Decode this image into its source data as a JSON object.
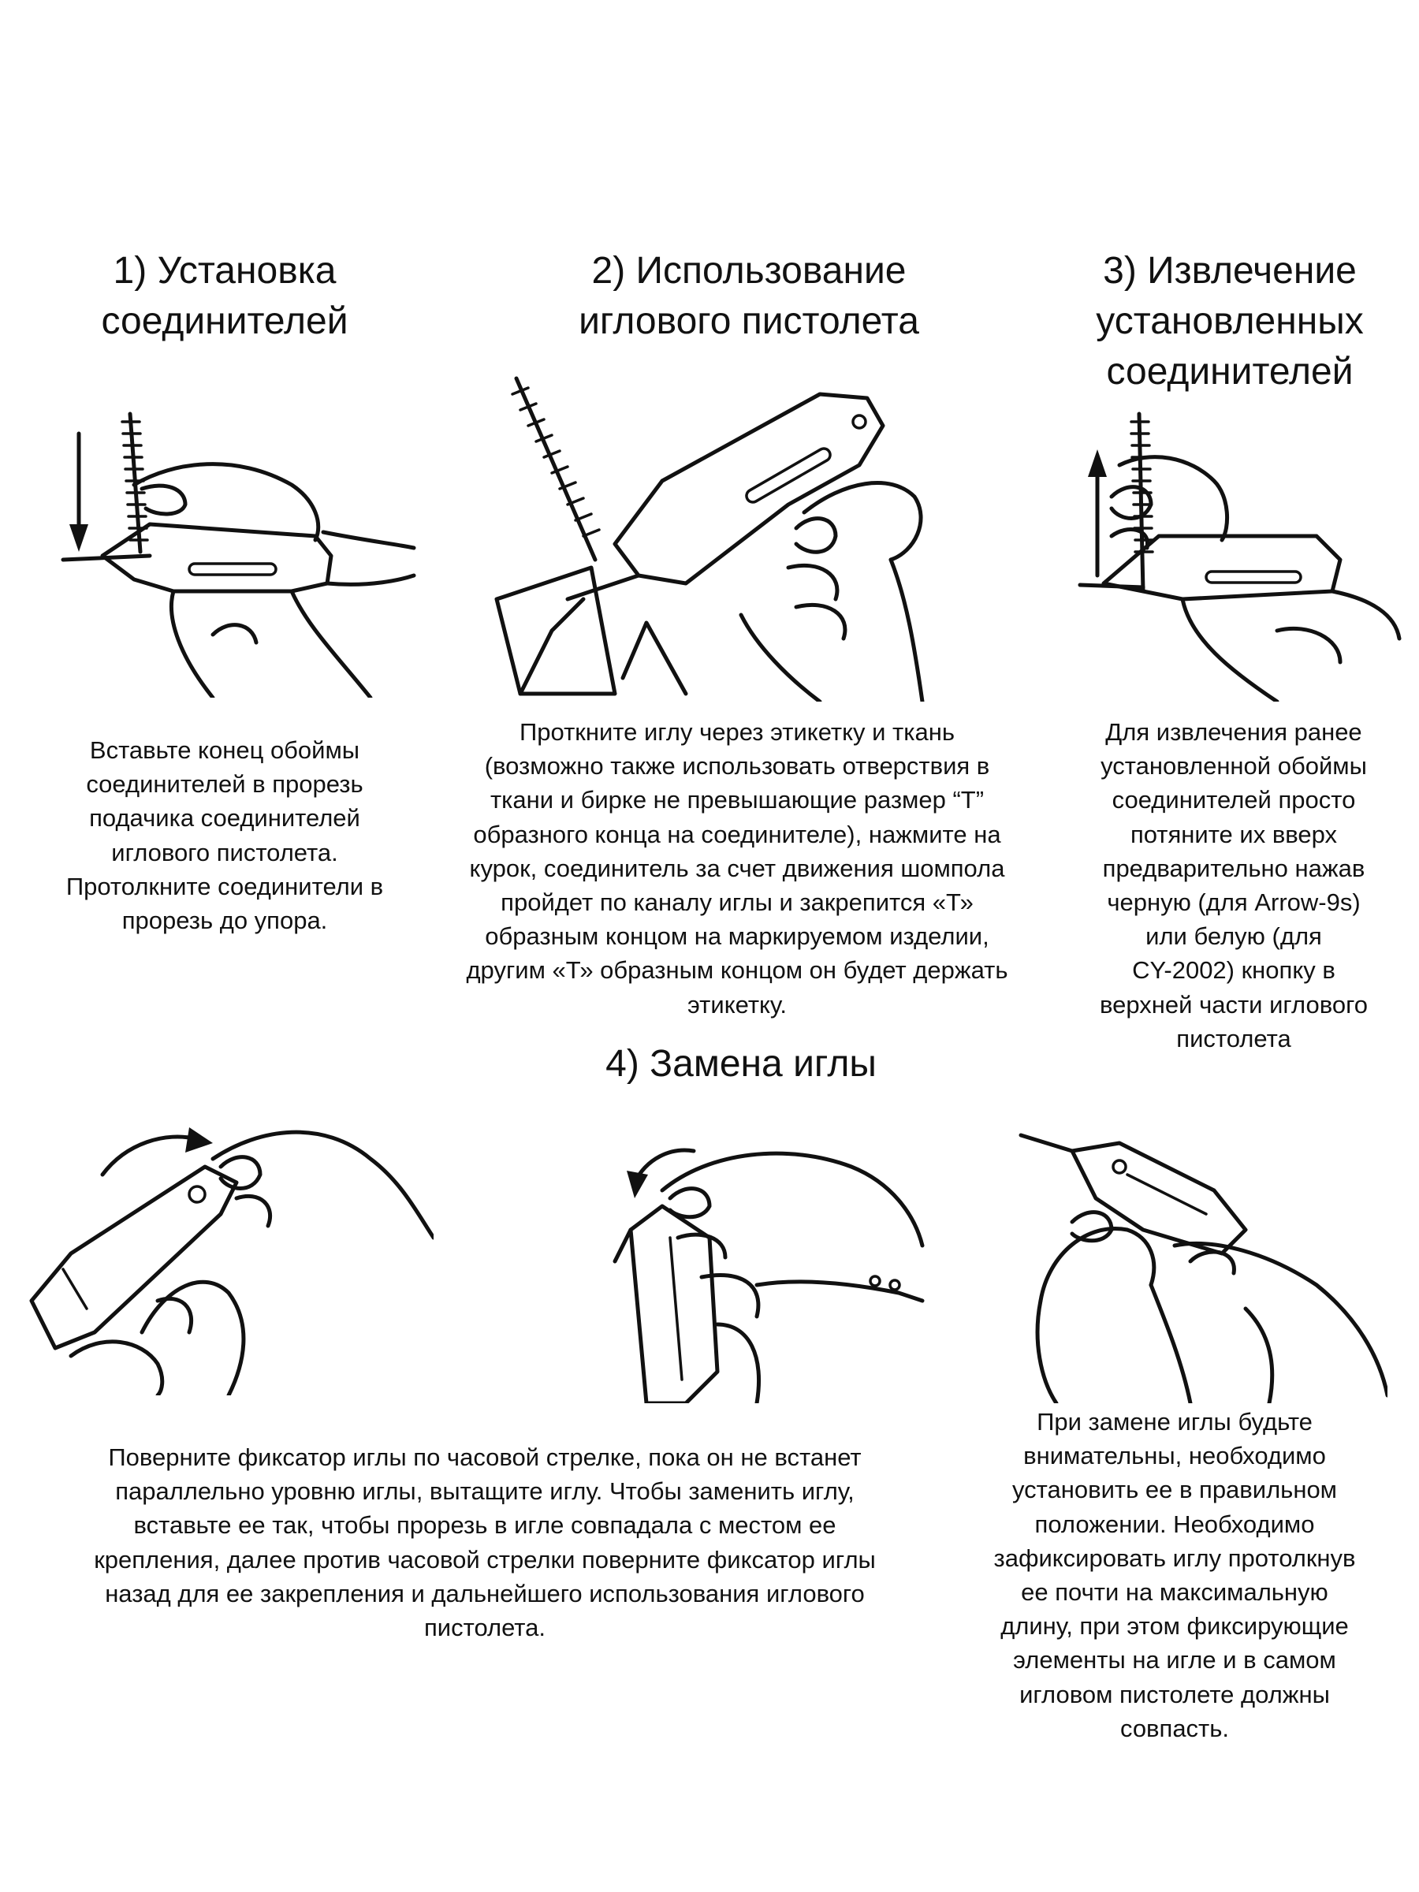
{
  "steps": {
    "step1": {
      "title": "1) Установка\nсоединителей",
      "text": "Вставьте конец обоймы\nсоединителей в прорезь\nподачика соединителей\nиглового пистолета.\nПротолкните соединители в\nпрорезь до упора."
    },
    "step2": {
      "title": "2) Использование\nиглового пистолета",
      "text": "Проткните  иглу через этикетку и ткань\n(возможно также использовать отверствия в\nткани и бирке не превышающие размер “Т”\nобразного конца на соединителе), нажмите на\nкурок, соединитель за счет движения шомпола\nпройдет по каналу иглы и закрепится «Т»\nобразным концом на маркируемом изделии,\nдругим «Т» образным концом он будет держать\nэтикетку."
    },
    "step3": {
      "title": "3) Извлечение\nустановленных\nсоединителей",
      "text": "Для извлечения ранее\nустановленной обоймы\nсоединителей просто\nпотяните их вверх\nпредварительно нажав\nчерную (для Arrow-9s)\nили белую (для\nCY-2002) кнопку в\nверхней части иглового\nпистолета"
    },
    "step4": {
      "title": "4) Замена иглы",
      "text_left": "Поверните фиксатор иглы по часовой стрелке, пока он не встанет\nпараллельно уровню иглы, вытащите иглу. Чтобы заменить иглу,\nвставьте ее так, чтобы прорезь в игле совпадала с местом ее\nкрепления, далее против часовой стрелки поверните фиксатор иглы\nназад для ее закрепления и дальнейшего использования иглового\nпистолета.",
      "text_right": "При замене иглы будьте\nвнимательны, необходимо\nустановить ее в правильном\nположении. Необходимо\nзафиксировать иглу протолкнув\nее почти  на максимальную\nдлину, при этом фиксирующие\nэлементы на игле и в самом\nигловом пистолете должны\nсовпасть."
    }
  },
  "ink_color": "#111111",
  "background_color": "#ffffff"
}
